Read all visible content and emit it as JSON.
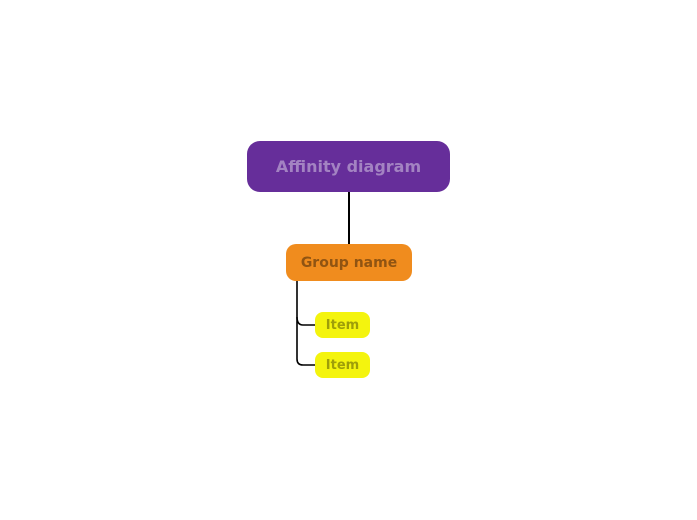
{
  "diagram": {
    "canvas_background": "#ffffff",
    "connector_color": "#000000",
    "root": {
      "label": "Affinity diagram",
      "background": "#662e9a",
      "text_color": "#a383c2"
    },
    "group": {
      "label": "Group name",
      "background": "#f08c1e",
      "text_color": "#905412"
    },
    "items": [
      {
        "label": "Item",
        "background": "#f4f40e",
        "text_color": "#9e9e09"
      },
      {
        "label": "Item",
        "background": "#f4f40e",
        "text_color": "#9e9e09"
      }
    ]
  }
}
